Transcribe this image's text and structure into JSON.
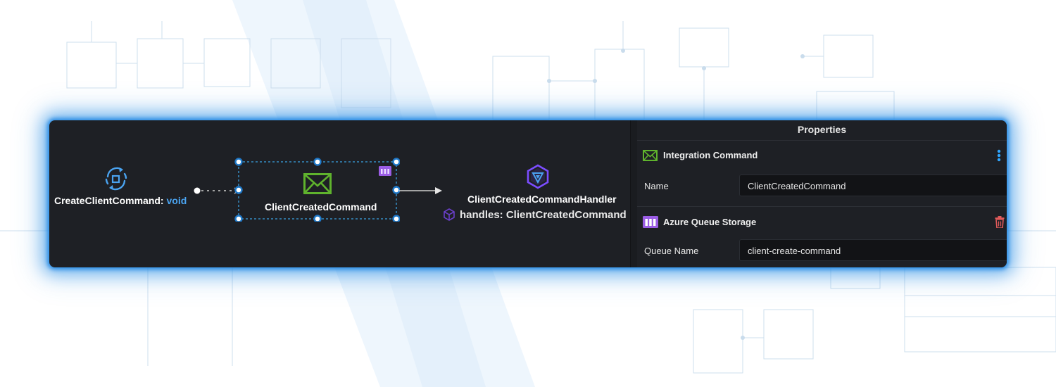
{
  "diagram": {
    "source_node": {
      "name": "CreateClientCommand",
      "separator": ": ",
      "return_type": "void",
      "icon": "sync-cycle-icon"
    },
    "message_node": {
      "name": "ClientCreatedCommand",
      "icon": "envelope-icon",
      "badge_icon": "queue-storage-icon",
      "selected": true
    },
    "handler_node": {
      "name": "ClientCreatedCommandHandler",
      "handles_text": "handles: ClientCreatedCommand",
      "icon": "hexagon-handler-icon",
      "handles_icon": "cube-icon"
    }
  },
  "properties": {
    "title": "Properties",
    "integration_command": {
      "title": "Integration Command",
      "icon": "envelope-icon",
      "menu_icon": "kebab-menu-icon",
      "name_label": "Name",
      "name_value": "ClientCreatedCommand"
    },
    "azure_queue_storage": {
      "title": "Azure Queue Storage",
      "icon": "queue-storage-icon",
      "delete_icon": "trash-icon",
      "queue_name_label": "Queue Name",
      "queue_name_value": "client-create-command"
    }
  },
  "colors": {
    "panel_bg": "#1e2025",
    "glow": "#2d8fe6",
    "accent_blue": "#4aa3f0",
    "envelope_green": "#5fb32d",
    "queue_purple": "#9b5de5",
    "handler_purple": "#7b4dff",
    "delete_red": "#e05a5a",
    "kebab_blue": "#2fa6ff"
  }
}
